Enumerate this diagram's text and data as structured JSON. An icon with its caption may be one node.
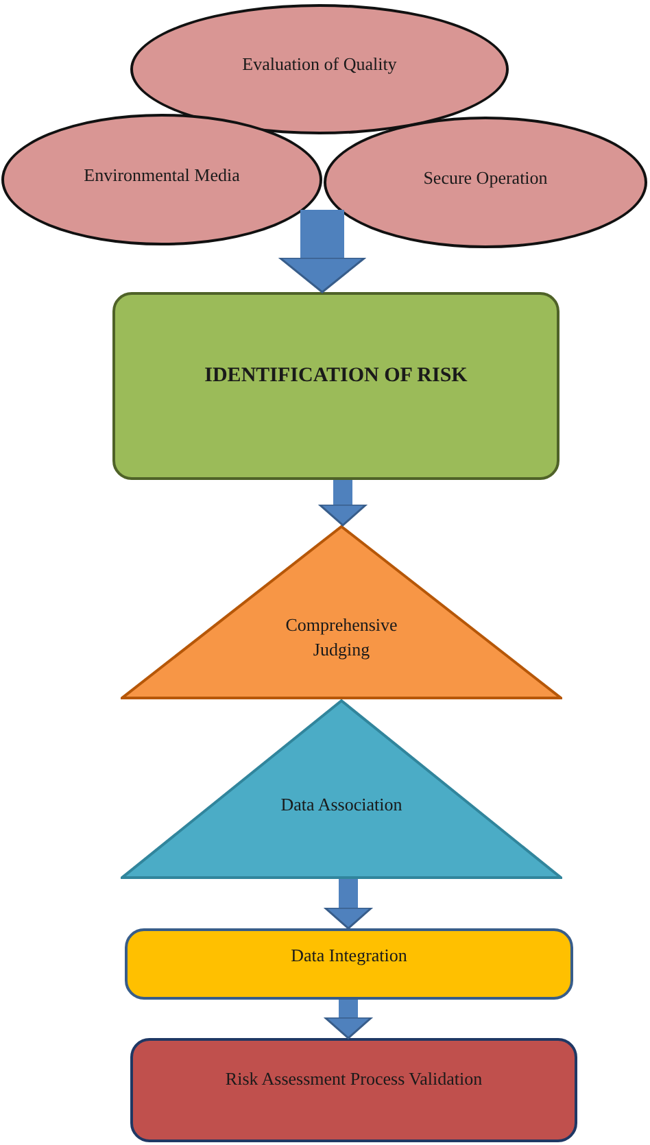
{
  "diagram": {
    "nodes": [
      {
        "text": [
          "Evaluation of Quality"
        ]
      },
      {
        "text": [
          "Environmental Media"
        ]
      },
      {
        "text": [
          "Secure Operation"
        ]
      },
      {
        "text": [
          "IDENTIFICATION OF RISK"
        ]
      },
      {
        "text": [
          "Comprehensive Judging"
        ]
      },
      {
        "text": [
          "Data Association"
        ]
      },
      {
        "text": [
          "Data Integration"
        ]
      },
      {
        "text": [
          "Risk Assessment Process Validation"
        ]
      }
    ],
    "edges": [
      {
        "from": 1,
        "to": 3,
        "arrow": "to",
        "style": "thick"
      },
      {
        "from": 2,
        "to": 3,
        "arrow": "to",
        "style": "thick"
      },
      {
        "from": 3,
        "to": 4,
        "arrow": "to"
      },
      {
        "from": 5,
        "to": 6,
        "arrow": "to"
      },
      {
        "from": 6,
        "to": 7,
        "arrow": "to"
      }
    ]
  }
}
